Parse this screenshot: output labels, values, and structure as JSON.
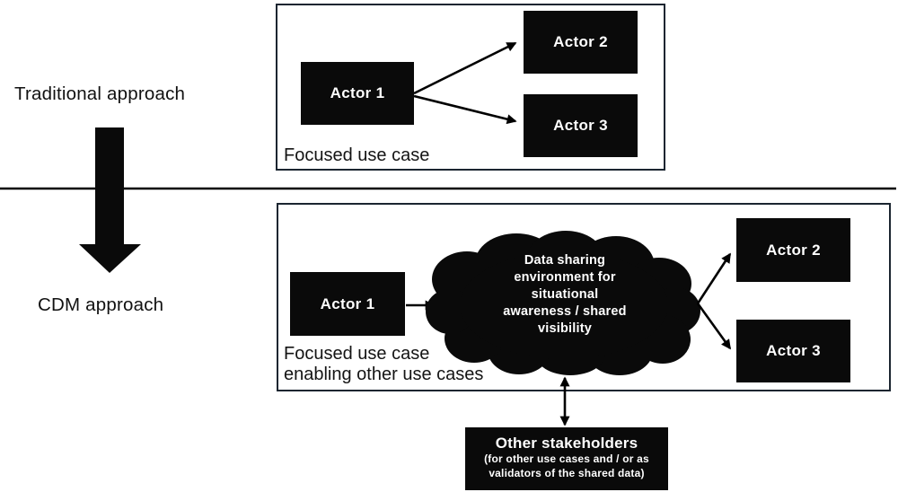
{
  "colors": {
    "background": "#ffffff",
    "shape_fill": "#0a0a0a",
    "shape_text": "#ffffff",
    "frame_border": "#1b2530",
    "line": "#000000"
  },
  "traditional": {
    "label": "Traditional approach",
    "caption": "Focused use case",
    "actors": {
      "a1": "Actor 1",
      "a2": "Actor 2",
      "a3": "Actor 3"
    }
  },
  "cdm": {
    "label": "CDM approach",
    "caption_line1": "Focused use case",
    "caption_line2": "enabling other use cases",
    "actors": {
      "a1": "Actor 1",
      "a2": "Actor 2",
      "a3": "Actor 3"
    },
    "cloud": {
      "line1": "Data sharing",
      "line2": "environment for",
      "line3": "situational",
      "line4": "awareness / shared",
      "line5": "visibility"
    },
    "stakeholders": {
      "title": "Other stakeholders",
      "subtitle_line1": "(for other use cases and / or as",
      "subtitle_line2": "validators of the shared data)"
    }
  }
}
